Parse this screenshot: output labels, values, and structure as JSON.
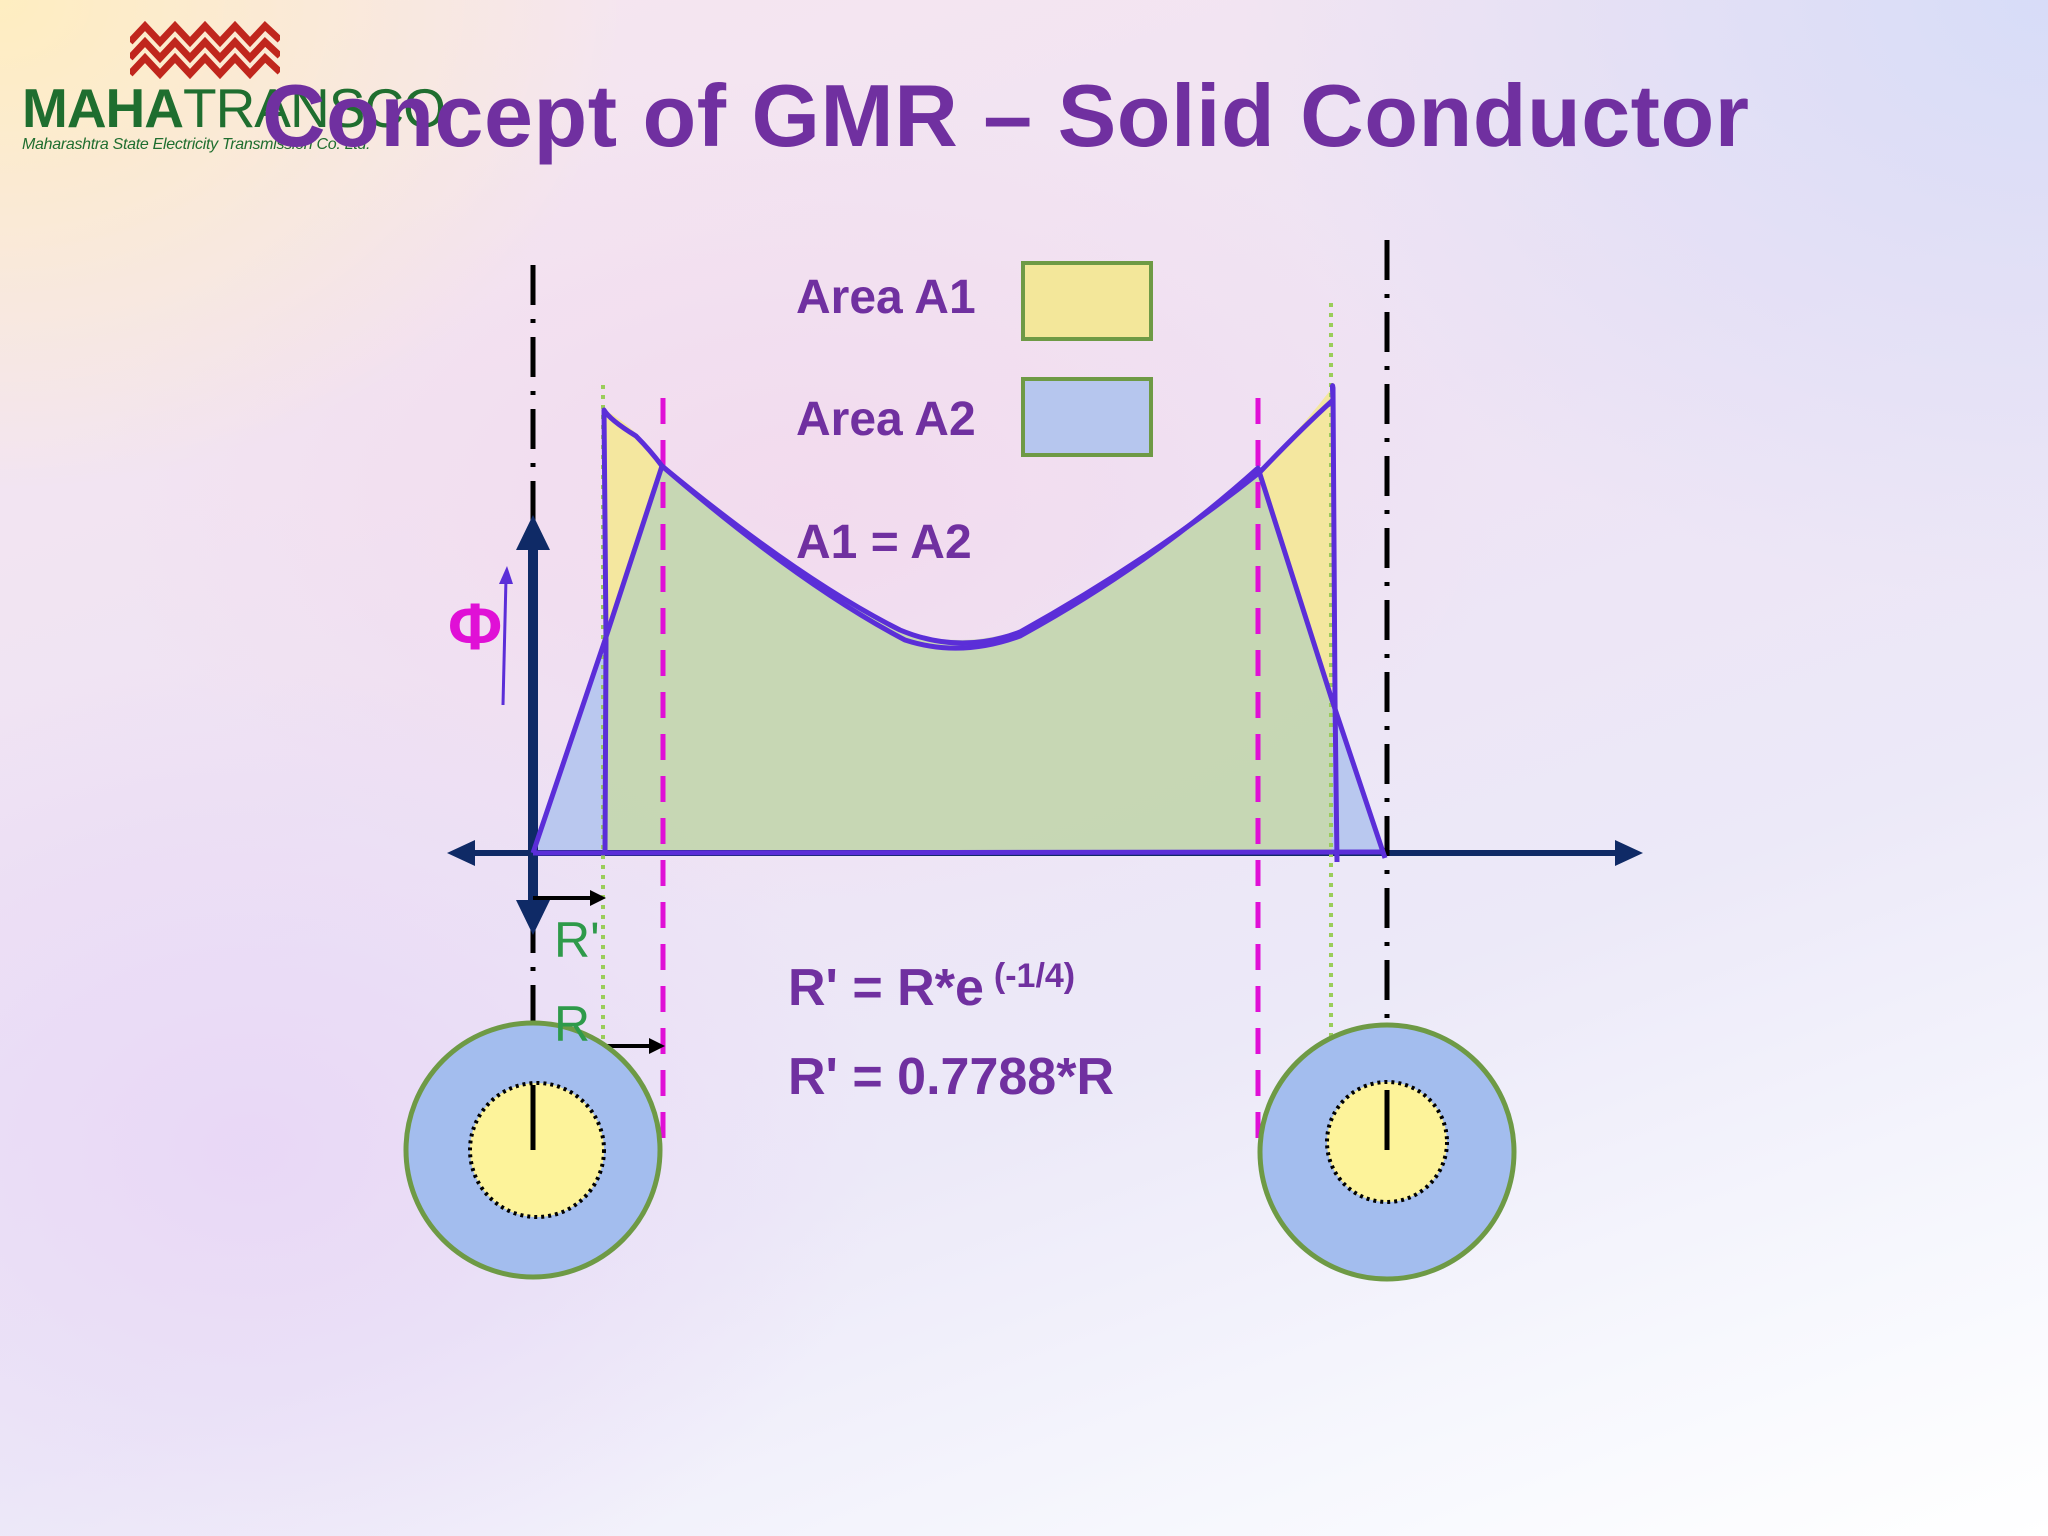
{
  "logo": {
    "brand_bold": "MAHA",
    "brand_light": "TRANSCO",
    "subtitle": "Maharashtra State Electricity Transmission Co. Ltd."
  },
  "title": "Concept of GMR – Solid Conductor",
  "legend": {
    "area1_label": "Area A1",
    "area2_label": "Area A2",
    "equality": "A1 = A2",
    "area1_color": "#f3e79a",
    "area2_color": "#b6c6ee"
  },
  "axis": {
    "flux_symbol": "Φ"
  },
  "radii": {
    "r_prime_label": "R'",
    "r_label": "R"
  },
  "formulas": {
    "line1_base": "R' = R*e",
    "line1_exponent": "(-1/4)",
    "line2": "R' = 0.7788*R"
  },
  "colors": {
    "title": "#7030a0",
    "curve": "#5b2ed8",
    "dashed_magenta": "#e010d6",
    "dotted_green": "#9acd5a",
    "axis": "#0f2a66",
    "conductor_outer": "#a3bdee",
    "conductor_core": "#fdf39a",
    "conductor_ring": "#6e9a45"
  }
}
